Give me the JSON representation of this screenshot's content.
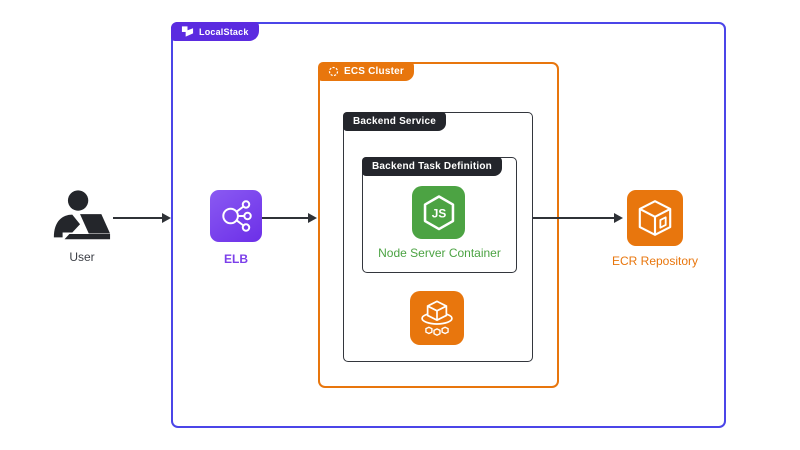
{
  "containers": {
    "localstack": {
      "label": "LocalStack",
      "border_color": "#4B45E8",
      "tab_color": "#5B2BE0",
      "icon": "localstack-logo-icon"
    },
    "ecs_cluster": {
      "label": "ECS Cluster",
      "color": "#E8760D",
      "icon": "ecs-cluster-ring-icon"
    },
    "backend_service": {
      "label": "Backend Service",
      "color": "#24262C"
    },
    "task_definition": {
      "label": "Backend Task Definition",
      "color": "#24262C"
    }
  },
  "nodes": {
    "user": {
      "label": "User",
      "icon": "person-at-laptop-icon",
      "color": "#24262B"
    },
    "elb": {
      "label": "ELB",
      "icon": "load-balancer-icon",
      "color": "#7C3FEA"
    },
    "node_container": {
      "label": "Node Server Container",
      "icon": "nodejs-hexagon-icon",
      "badge": "JS",
      "color": "#4CA343"
    },
    "ecs_service": {
      "icon": "ecs-service-cube-icon",
      "color": "#E8760D"
    },
    "ecr": {
      "label": "ECR Repository",
      "icon": "ecr-cube-icon",
      "color": "#E8760D"
    }
  },
  "connections": [
    {
      "from": "user",
      "to": "localstack"
    },
    {
      "from": "elb",
      "to": "ecs_cluster"
    },
    {
      "from": "task_definition",
      "to": "ecr"
    }
  ]
}
